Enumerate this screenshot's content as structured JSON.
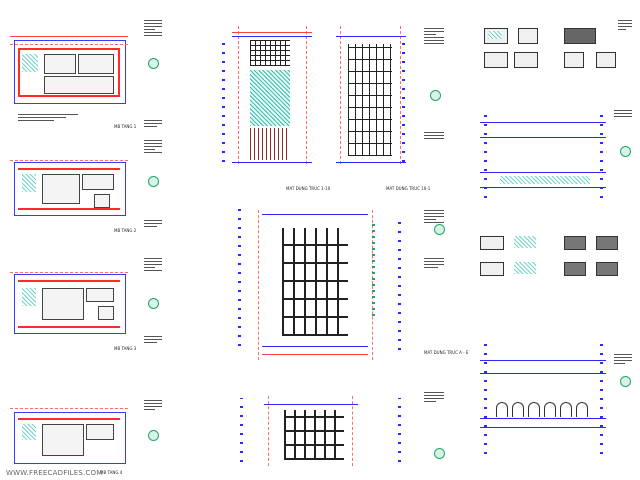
{
  "document": {
    "watermark": "WWW.FREECADFILES.COM",
    "colors": {
      "grid": "#ff6a6a",
      "structure": "#2a2aff",
      "wall": "#ff2a2a",
      "hatch": "#6fd6c8",
      "stamp": "#23a36a"
    }
  },
  "floor_plans": [
    {
      "caption": "MB TANG 1"
    },
    {
      "caption": "MB TANG 2"
    },
    {
      "caption": "MB TANG 3"
    },
    {
      "caption": "MB TANG 4"
    }
  ],
  "elevations": {
    "front_a": {
      "caption": "MAT DUNG TRUC 1-10"
    },
    "front_b": {
      "caption": "MAT DUNG TRUC 10-1"
    },
    "side": {
      "caption": "MAT DUNG TRUC A - E"
    }
  },
  "icons": {
    "stamp": "approval-stamp-icon",
    "level": "level-marker-icon"
  }
}
